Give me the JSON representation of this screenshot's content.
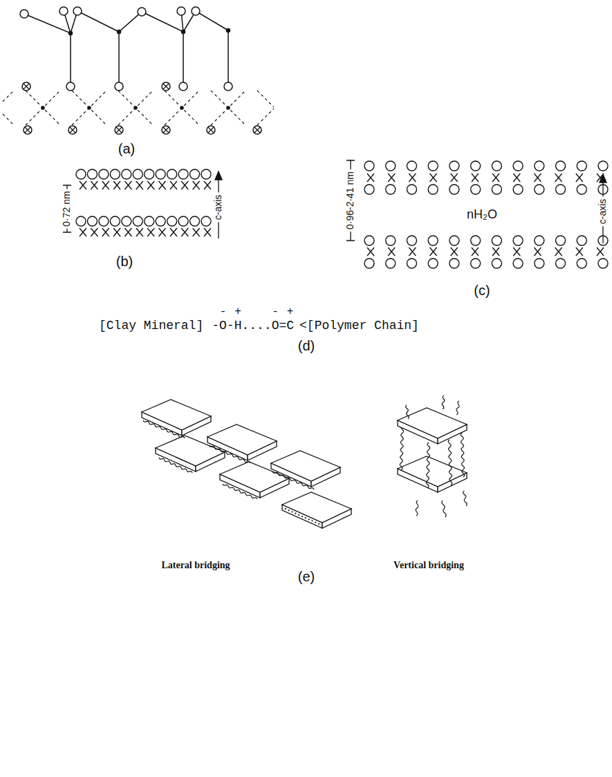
{
  "diagram": {
    "labels": [
      "(a)",
      "0·72 nm",
      "c-axis",
      "(b)",
      "0·96-2·41 nm",
      "nH₂O",
      "c-axis",
      "(c)",
      "[Clay Mineral]",
      "-O-H....O=C",
      "<[Polymer Chain]",
      "-",
      "+",
      "-",
      "+",
      "(d)",
      "Lateral bridging",
      "Vertical bridging",
      "(e)"
    ]
  }
}
